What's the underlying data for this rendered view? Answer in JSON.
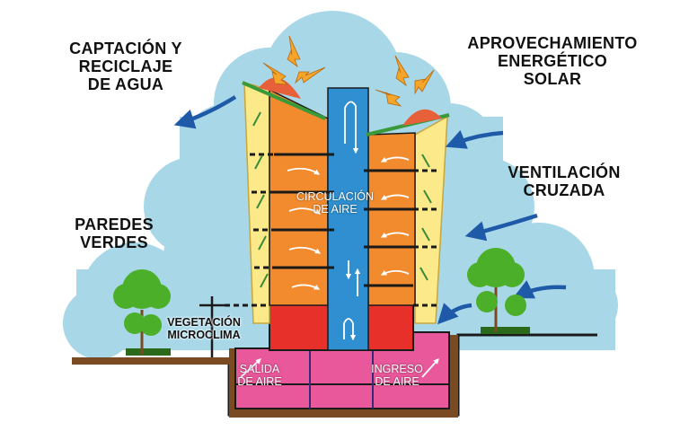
{
  "labels": {
    "water": [
      "CAPTACIÓN Y",
      "RECICLAJE",
      "DE AGUA"
    ],
    "solar": [
      "APROVECHAMIENTO",
      "ENERGÉTICO",
      "SOLAR"
    ],
    "ventilation": [
      "VENTILACIÓN",
      "CRUZADA"
    ],
    "green_walls": [
      "PAREDES",
      "VERDES"
    ],
    "air_circulation": [
      "CIRCULACIÓN",
      "DE AIRE"
    ],
    "microclimate": [
      "VEGETACIÓN",
      "MICROCLIMA"
    ],
    "air_out": [
      "SALIDA",
      "DE AIRE"
    ],
    "air_in": [
      "INGRESO",
      "DE AIRE"
    ]
  },
  "colors": {
    "cloud": "#a8d8e8",
    "orange_tower": "#f28a2e",
    "blue_core": "#2f8fd0",
    "yellow_wall": "#fbe98a",
    "red_base": "#e8302a",
    "pink_basement": "#e8589a",
    "soil": "#7a4a22",
    "tree_green": "#4caf2a",
    "arrow_blue": "#1f5aa8",
    "sun_arrow": "#f4a52a",
    "dome": "#e8603a"
  }
}
